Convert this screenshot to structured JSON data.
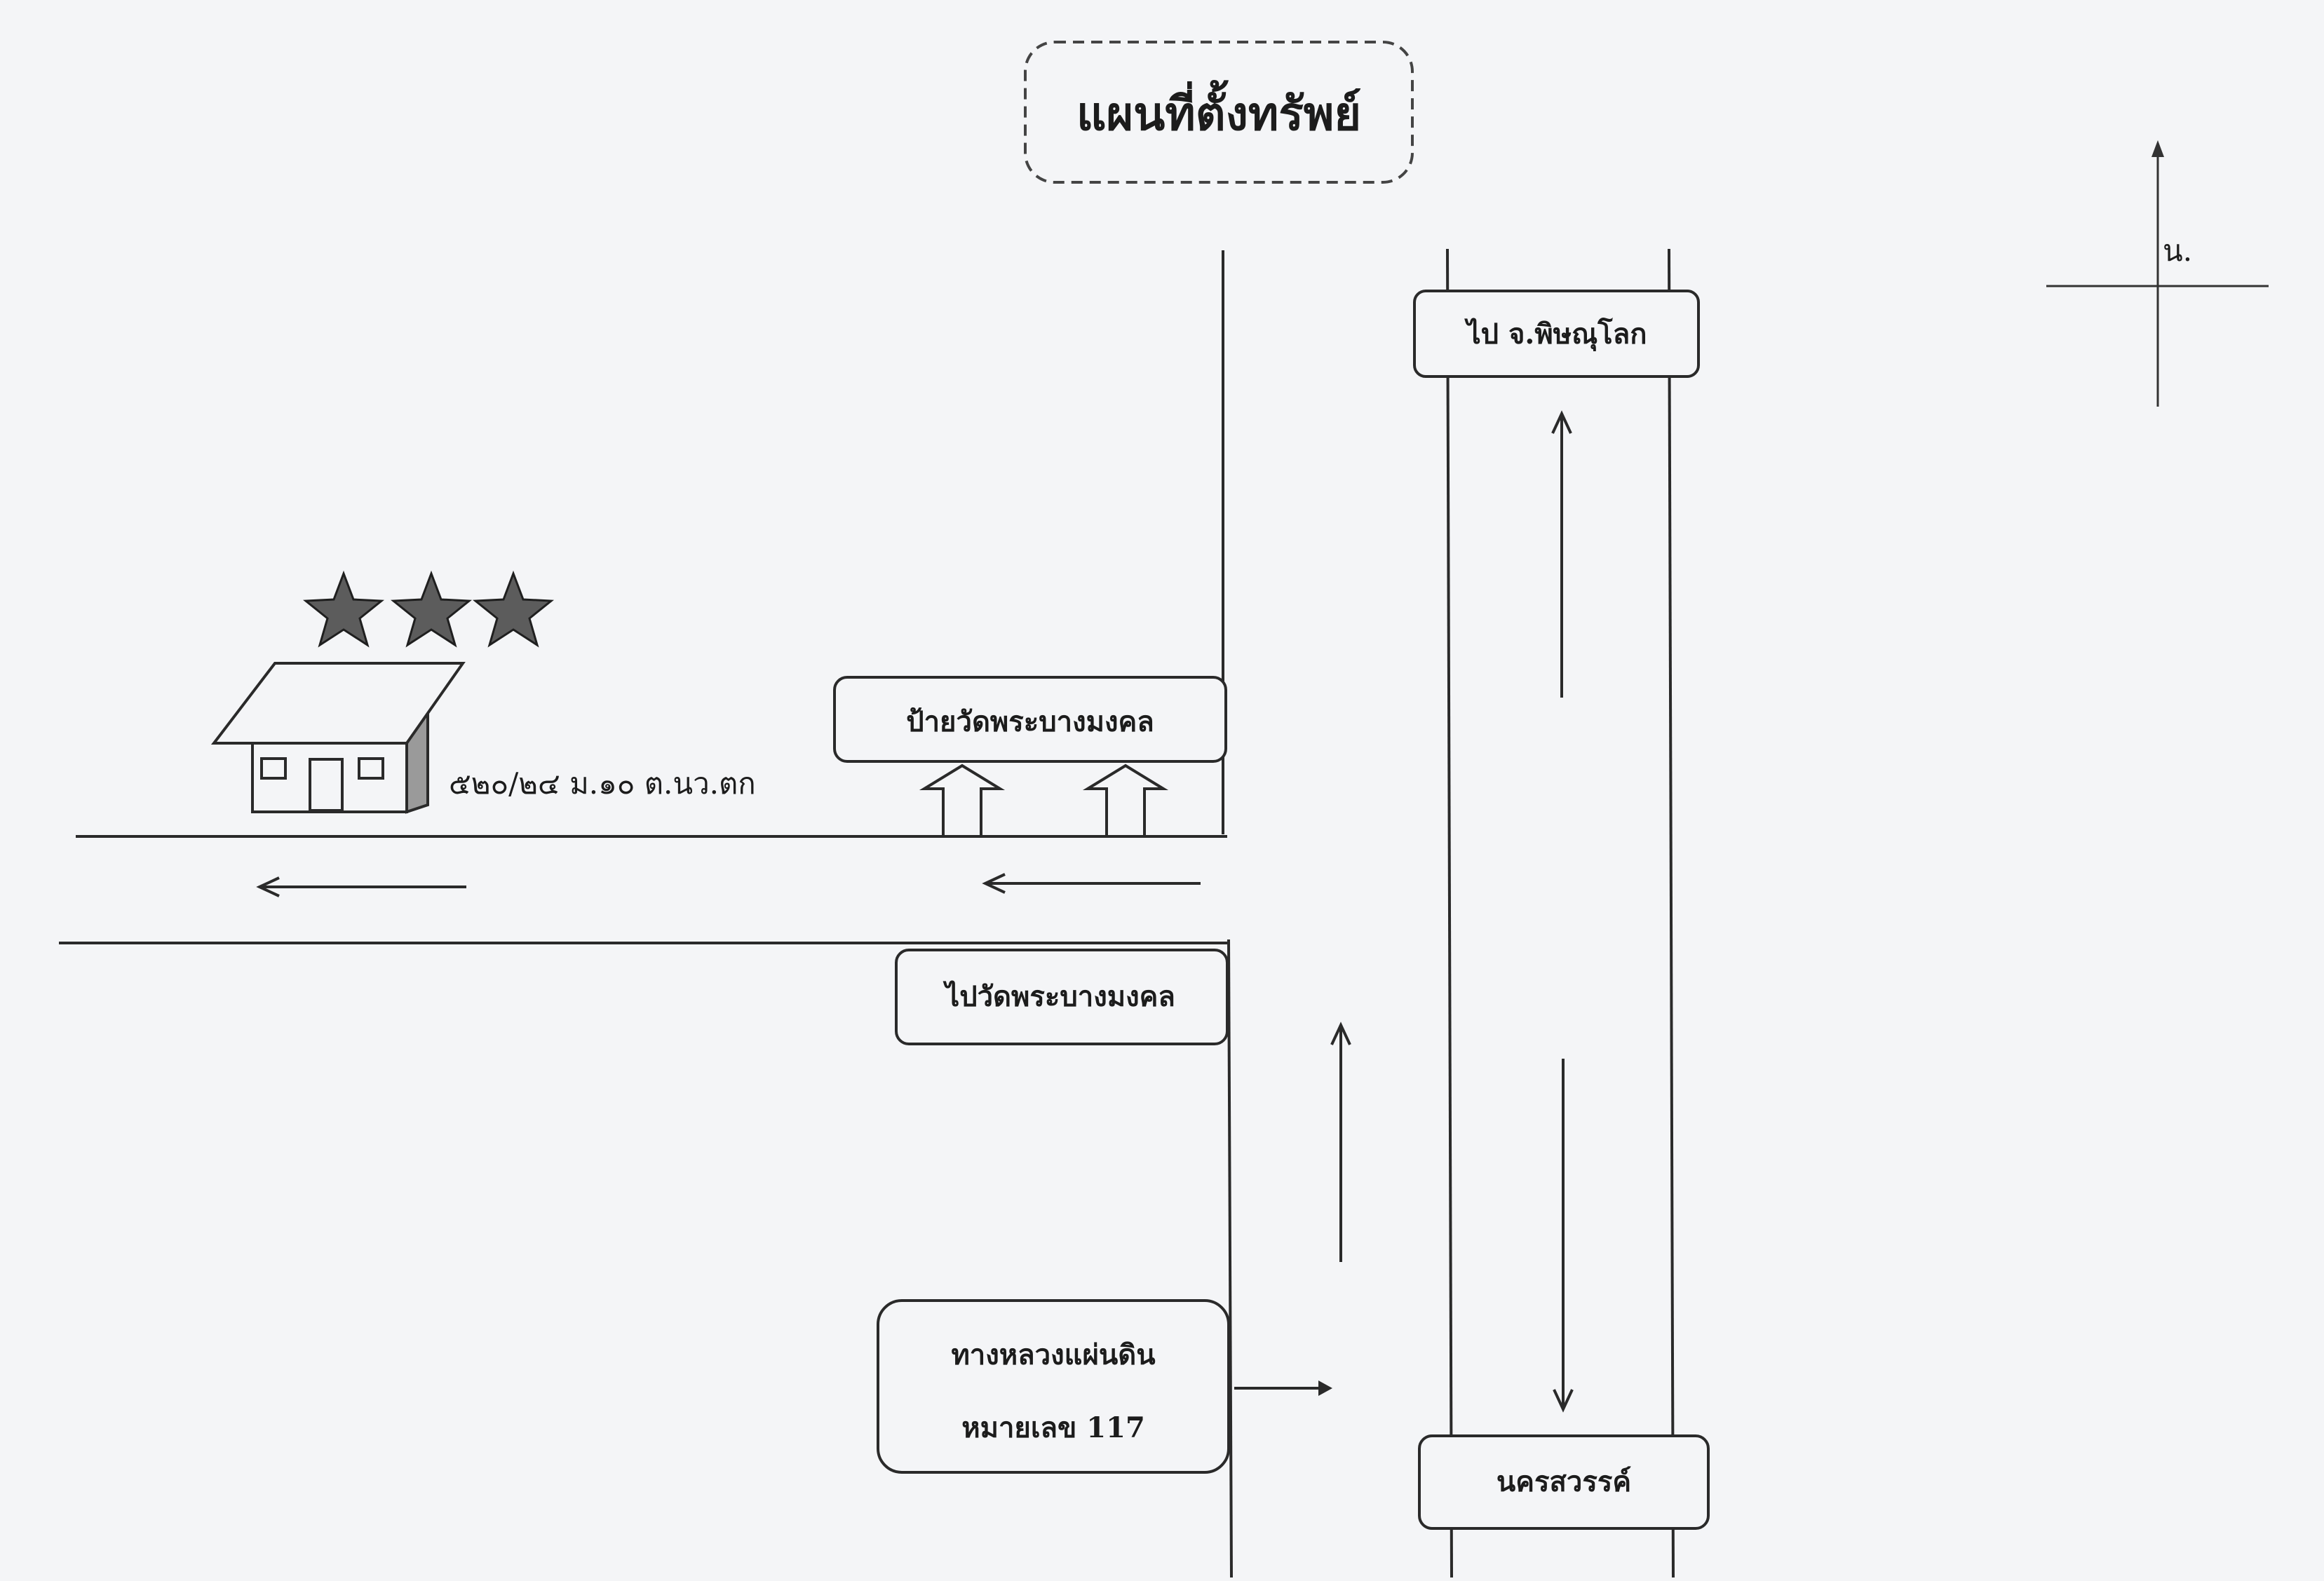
{
  "map": {
    "title": "แผนที่ตั้งทรัพย์",
    "compass": {
      "north_label": "น."
    },
    "labels": {
      "to_phitsanulok": "ไป จ.พิษณุโลก",
      "temple_sign": "ป้ายวัดพระบางมงคล",
      "to_temple": "ไปวัดพระบางมงคล",
      "highway_line1": "ทางหลวงแผ่นดิน",
      "highway_line2": "หมายเลข 117",
      "nakhon_sawan": "นครสวรรค์",
      "property_address": "๕๒๐/๒๔ ม.๑๐ ต.นว.ตก"
    },
    "property_marker": {
      "stars": 3,
      "icon": "house-icon"
    },
    "colors": {
      "paper": "#f4f5f7",
      "ink": "#2a2a2a",
      "star_fill": "#5c5c5c"
    }
  }
}
